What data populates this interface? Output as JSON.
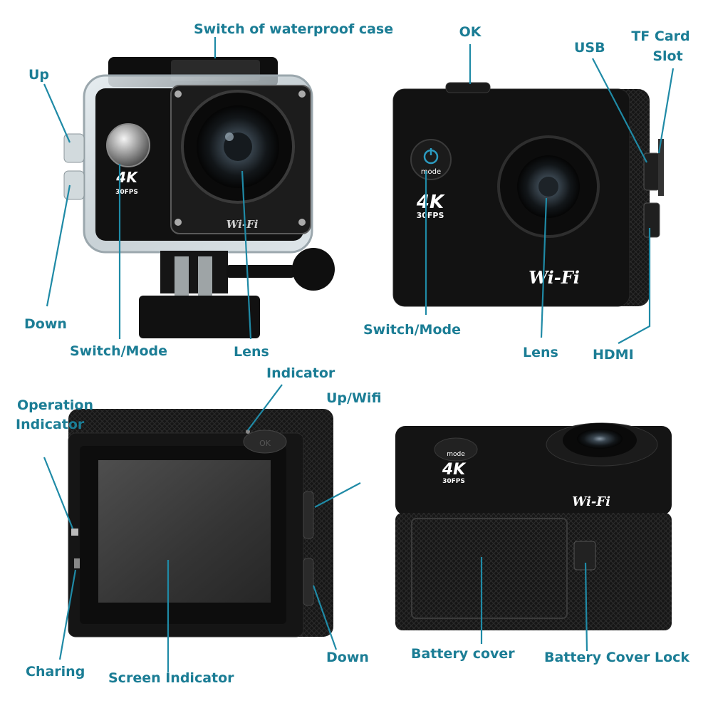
{
  "colors": {
    "label": "#1b7d95",
    "leader": "#1f8aa6",
    "camera_body": "#141414",
    "background": "#ffffff"
  },
  "body_markings": {
    "resolution": "4K",
    "fps": "30FPS",
    "wifi": "Wi-Fi",
    "mode": "mode",
    "ok": "OK"
  },
  "labels": {
    "switch_waterproof_case": "Switch of waterproof case",
    "ok": "OK",
    "usb": "USB",
    "tf_card_slot_line1": "TF Card",
    "tf_card_slot_line2": "Slot",
    "up": "Up",
    "down": "Down",
    "switch_mode_case": "Switch/Mode",
    "lens_case": "Lens",
    "switch_mode_front": "Switch/Mode",
    "lens_front": "Lens",
    "hdmi": "HDMI",
    "indicator": "Indicator",
    "operation_indicator_line1": "Operation",
    "operation_indicator_line2": "Indicator",
    "up_wifi": "Up/Wifi",
    "down_back": "Down",
    "charing": "Charing",
    "screen_indicator": "Screen Indicator",
    "battery_cover": "Battery cover",
    "battery_cover_lock": "Battery Cover Lock"
  }
}
